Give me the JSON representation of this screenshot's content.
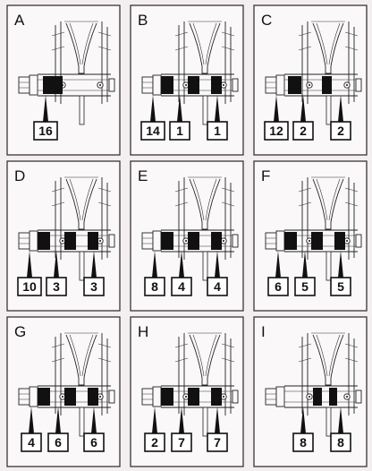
{
  "panels": [
    {
      "letter": "A",
      "numbers": [
        "16"
      ]
    },
    {
      "letter": "B",
      "numbers": [
        "14",
        "1",
        "1"
      ]
    },
    {
      "letter": "C",
      "numbers": [
        "12",
        "2",
        "2"
      ]
    },
    {
      "letter": "D",
      "numbers": [
        "10",
        "3",
        "3"
      ]
    },
    {
      "letter": "E",
      "numbers": [
        "8",
        "4",
        "4"
      ]
    },
    {
      "letter": "F",
      "numbers": [
        "6",
        "5",
        "5"
      ]
    },
    {
      "letter": "G",
      "numbers": [
        "4",
        "6",
        "6"
      ]
    },
    {
      "letter": "H",
      "numbers": [
        "2",
        "7",
        "7"
      ]
    },
    {
      "letter": "I",
      "numbers": [
        "8",
        "8"
      ]
    }
  ],
  "colors": {
    "ink": "#111111",
    "paper": "#fbf8f9",
    "background": "#f3eef0"
  }
}
